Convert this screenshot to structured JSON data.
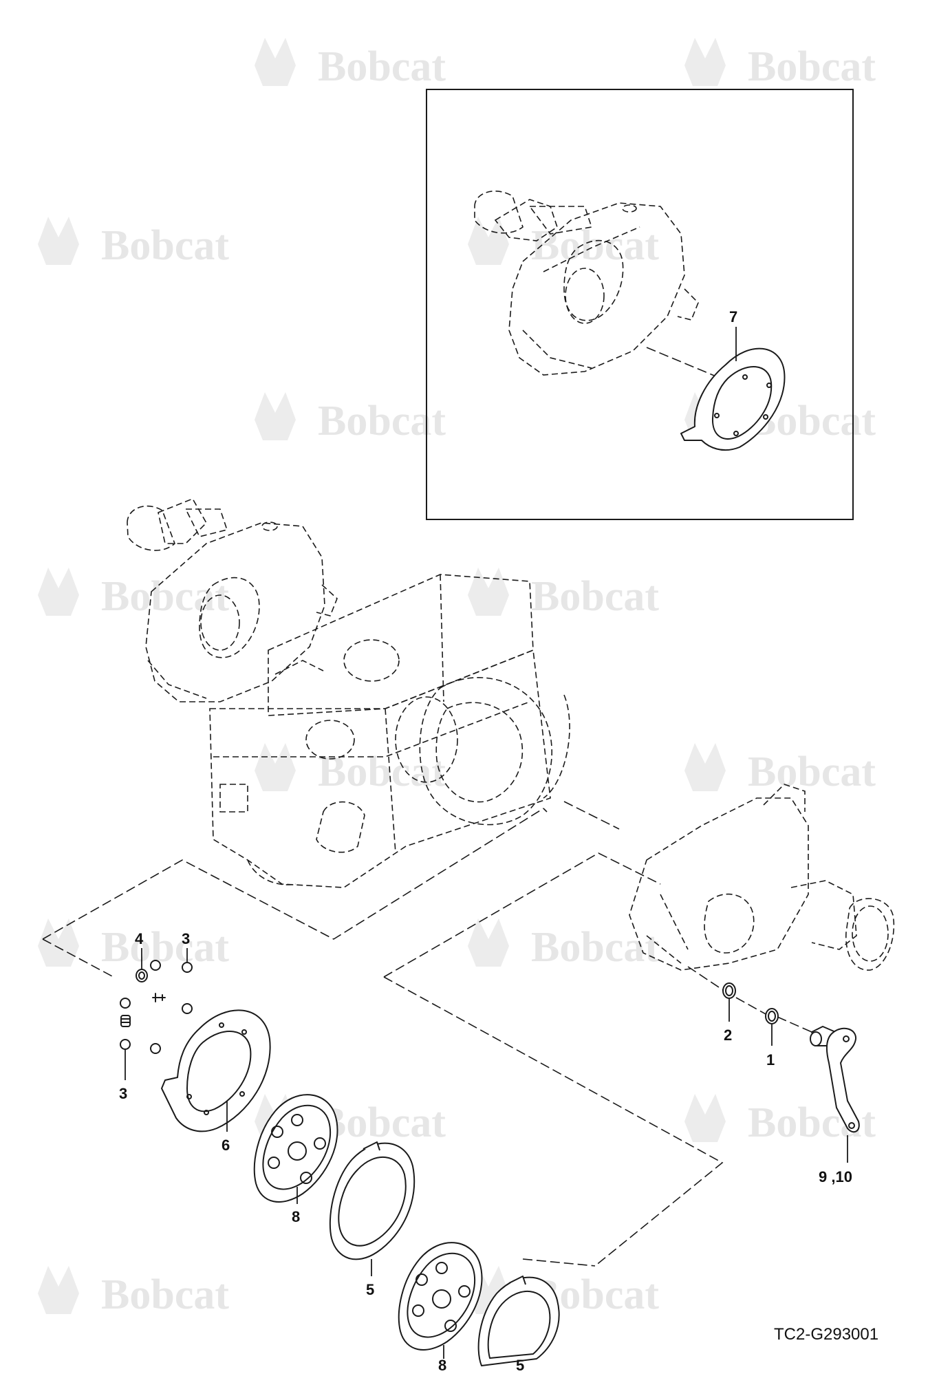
{
  "watermark": {
    "text": "Bobcat",
    "color": "#e6e6e6"
  },
  "drawing_code": "TC2-G293001",
  "callouts": {
    "c1": "1",
    "c2": "2",
    "c3a": "3",
    "c3b": "3",
    "c4": "4",
    "c5a": "5",
    "c5b": "5",
    "c6": "6",
    "c7": "7",
    "c8a": "8",
    "c8b": "8",
    "c9": "9 ,10"
  }
}
